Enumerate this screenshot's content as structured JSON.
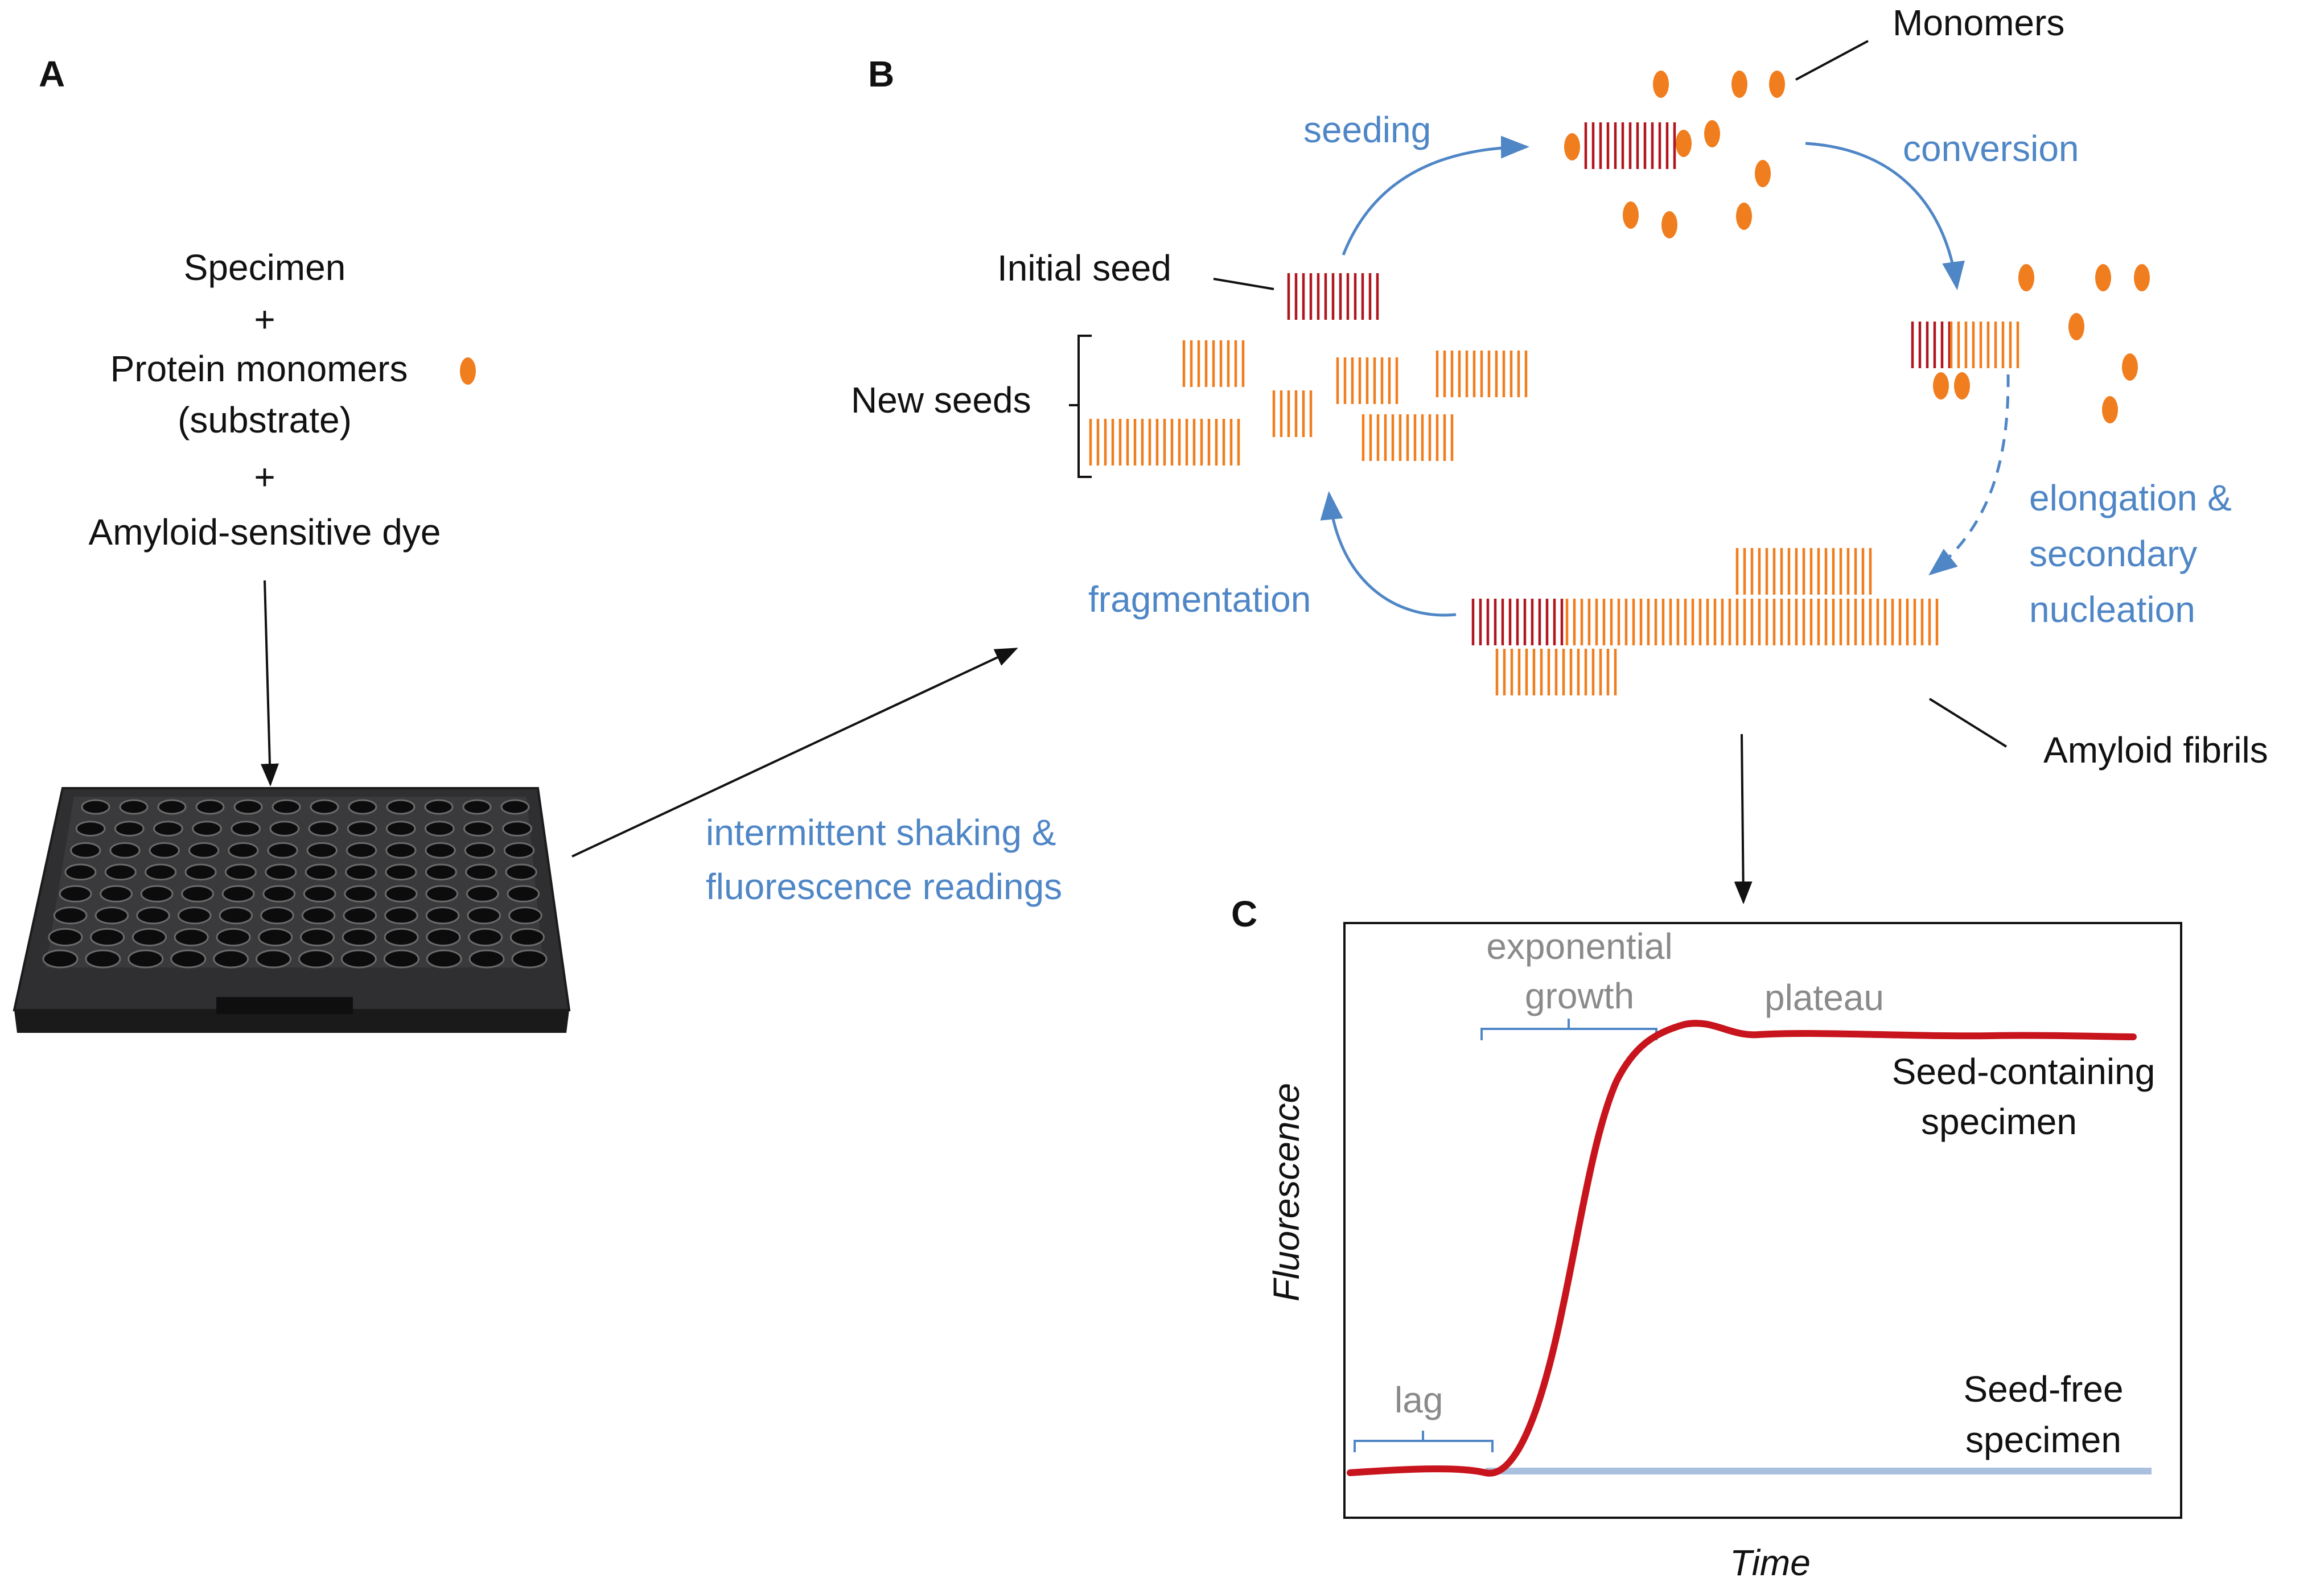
{
  "panels": {
    "a": "A",
    "b": "B",
    "c": "C"
  },
  "panel_a": {
    "line1": "Specimen",
    "plus1": "+",
    "line2": "Protein monomers",
    "line3": "(substrate)",
    "plus2": "+",
    "line4": "Amyloid-sensitive dye",
    "plate_icon": "microplate-icon",
    "monomer_icon": "orange-monomer-dot-icon"
  },
  "arrow_label": {
    "line1": "intermittent shaking &",
    "line2": "fluorescence readings"
  },
  "panel_b": {
    "monomers": "Monomers",
    "seeding": "seeding",
    "conversion": "conversion",
    "initial_seed": "Initial seed",
    "new_seeds": "New seeds",
    "elongation_l1": "elongation &",
    "elongation_l2": "secondary",
    "elongation_l3": "nucleation",
    "fragmentation": "fragmentation",
    "amyloid_fibrils": "Amyloid fibrils"
  },
  "panel_c": {
    "exp_l1": "exponential",
    "exp_l2": "growth",
    "plateau": "plateau",
    "lag": "lag",
    "seed_containing_l1": "Seed-containing",
    "seed_containing_l2": "specimen",
    "seed_free_l1": "Seed-free",
    "seed_free_l2": "specimen",
    "ylabel": "Fluorescence",
    "xlabel": "Time"
  },
  "colors": {
    "text": "#111111",
    "annotation_blue": "#4f86c6",
    "phase_gray": "#8a8a8a",
    "seed_red": "#b0161f",
    "fibril_orange": "#f07d1e",
    "curve_red": "#c8141c",
    "curve_blue": "#a9c1de"
  }
}
